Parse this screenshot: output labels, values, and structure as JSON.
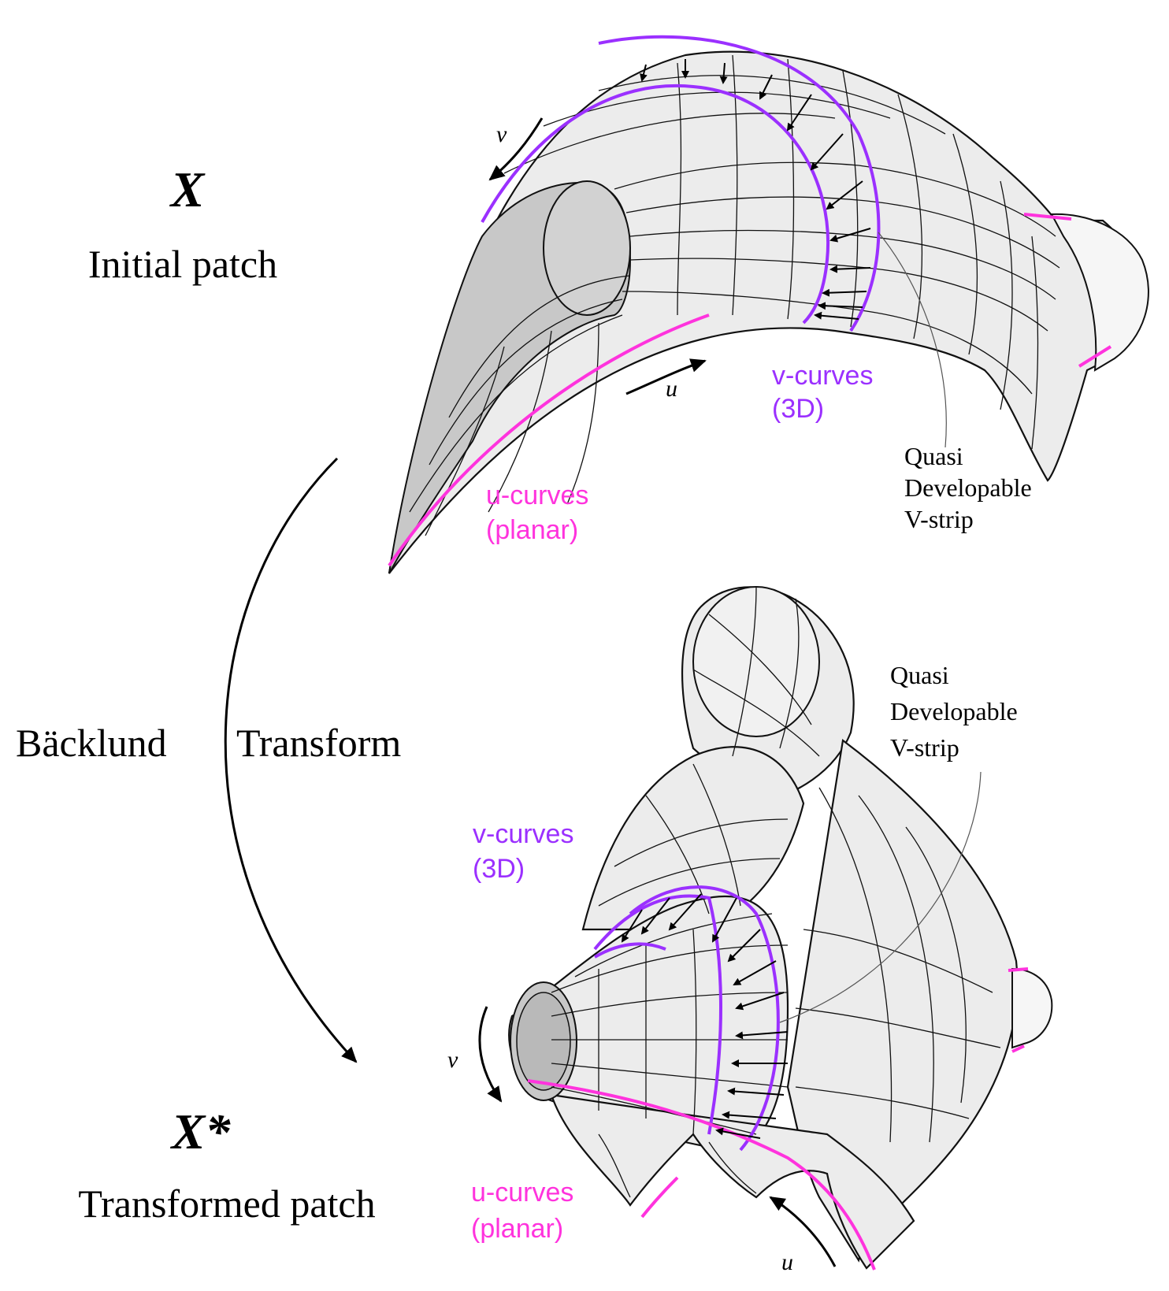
{
  "initial": {
    "symbol": "X",
    "caption": "Initial patch",
    "v_axis": "v",
    "u_axis": "u",
    "v_curves": [
      "v-curves",
      "(3D)"
    ],
    "u_curves": [
      "u-curves",
      "(planar)"
    ],
    "strip": [
      "Quasi",
      "Developable",
      "V-strip"
    ]
  },
  "transform": {
    "left": "Bäcklund",
    "right": "Transform"
  },
  "transformed": {
    "symbol": "X*",
    "caption": "Transformed patch",
    "v_axis": "v",
    "u_axis": "u",
    "v_curves": [
      "v-curves",
      "(3D)"
    ],
    "u_curves": [
      "u-curves",
      "(planar)"
    ],
    "strip": [
      "Quasi",
      "Developable",
      "V-strip"
    ]
  },
  "colors": {
    "v_curve": "#9b30ff",
    "u_curve": "#ff33dd",
    "surface": "#ececec"
  }
}
